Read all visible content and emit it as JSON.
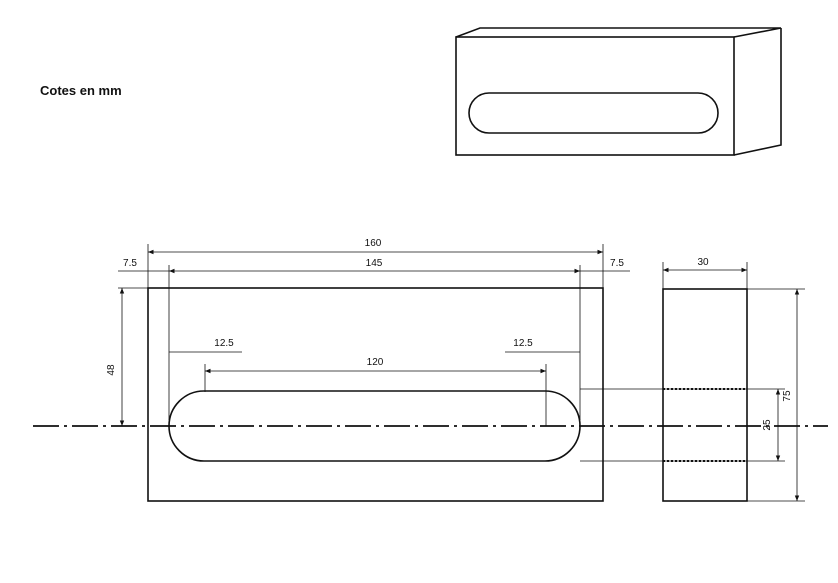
{
  "drawing": {
    "title": "Cotes en mm",
    "dimensions": {
      "overall_length": "160",
      "slot_span": "145",
      "left_offset": "7.5",
      "right_offset": "7.5",
      "straight_length": "120",
      "left_radius_offset": "12.5",
      "right_radius_offset": "12.5",
      "axis_height": "48",
      "thickness": "30",
      "slot_width": "25",
      "total_height": "75"
    }
  }
}
